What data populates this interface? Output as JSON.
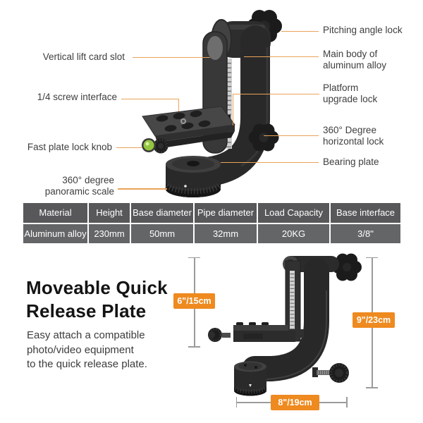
{
  "product_diagram": {
    "callouts_left": [
      {
        "lines": [
          "Vertical lift card slot"
        ]
      },
      {
        "lines": [
          "1/4 screw interface"
        ]
      },
      {
        "lines": [
          "Fast plate lock knob"
        ]
      },
      {
        "lines": [
          "360° degree",
          "panoramic scale"
        ]
      }
    ],
    "callouts_right": [
      {
        "lines": [
          "Pitching angle lock"
        ]
      },
      {
        "lines": [
          "Main body of",
          "aluminum alloy"
        ]
      },
      {
        "lines": [
          "Platform",
          "upgrade lock"
        ]
      },
      {
        "lines": [
          "360° Degree",
          "horizontal lock"
        ]
      },
      {
        "lines": [
          "Bearing plate"
        ]
      }
    ]
  },
  "spec_table": {
    "columns": [
      "Material",
      "Height",
      "Base diameter",
      "Pipe diameter",
      "Load Capacity",
      "Base interface"
    ],
    "row": [
      "Aluminum alloy",
      "230mm",
      "50mm",
      "32mm",
      "20KG",
      "3/8\""
    ]
  },
  "feature_section": {
    "title_lines": [
      "Moveable Quick",
      "Release Plate"
    ],
    "description_lines": [
      "Easy attach a compatible",
      "photo/video equipment",
      "to the quick release plate."
    ]
  },
  "dimension_badges": {
    "plate_height": "6\"/15cm",
    "head_height": "9\"/23cm",
    "head_width": "8\"/19cm"
  },
  "colors": {
    "callout_line": "#e9a35a",
    "badge_orange": "#ee8a1f",
    "table_header_bg": "#58585a",
    "table_row_bg": "#646567",
    "dimension_line": "#9b9b9b",
    "label_text": "#3e3e3e"
  }
}
